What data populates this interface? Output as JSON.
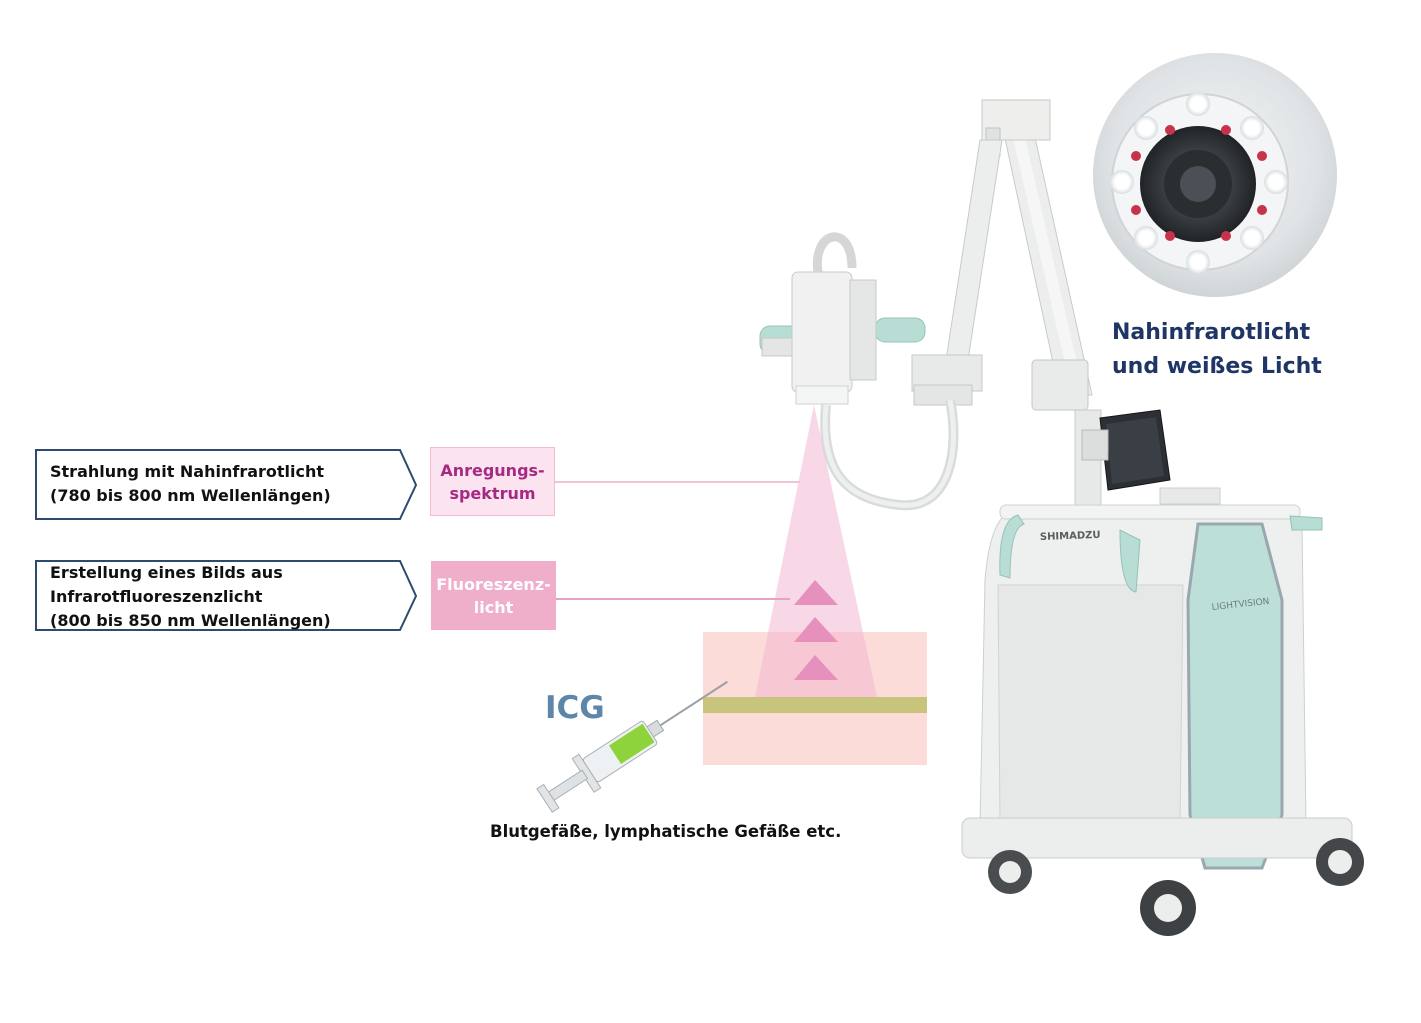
{
  "callouts": [
    {
      "lines": [
        "Strahlung mit Nahinfrarotlicht",
        "(780 bis 800 nm Wellenlängen)"
      ],
      "label_lines": [
        "Anregungs-",
        "spektrum"
      ]
    },
    {
      "lines": [
        "Erstellung eines Bilds aus",
        "Infrarotfluoreszenzlicht",
        "(800 bis 850 nm Wellenlängen)"
      ],
      "label_lines": [
        "Fluoreszenz-",
        "licht"
      ]
    }
  ],
  "icg_label": "ICG",
  "vessel_caption": "Blutgefäße, lymphatische Gefäße etc.",
  "light_caption_lines": [
    "Nahinfrarotlicht",
    "und weißes Licht"
  ],
  "device": {
    "brand": "SHIMADZU",
    "model": "LIGHTVISION"
  },
  "colors": {
    "callout_border": "#2e4a6e",
    "excitation_label": "#a52a83",
    "excitation_bg": "#fbe3ef",
    "fluorescence_bg": "#efafcb",
    "light_cone": "#f7d3e3",
    "arrow": "#e690bd",
    "tissue": "#fcdcd8",
    "vessel_layer": "#c9c47c",
    "icg": "#5e86a8",
    "caption_navy": "#1f3565",
    "device_panel": "#b9ddd6"
  }
}
